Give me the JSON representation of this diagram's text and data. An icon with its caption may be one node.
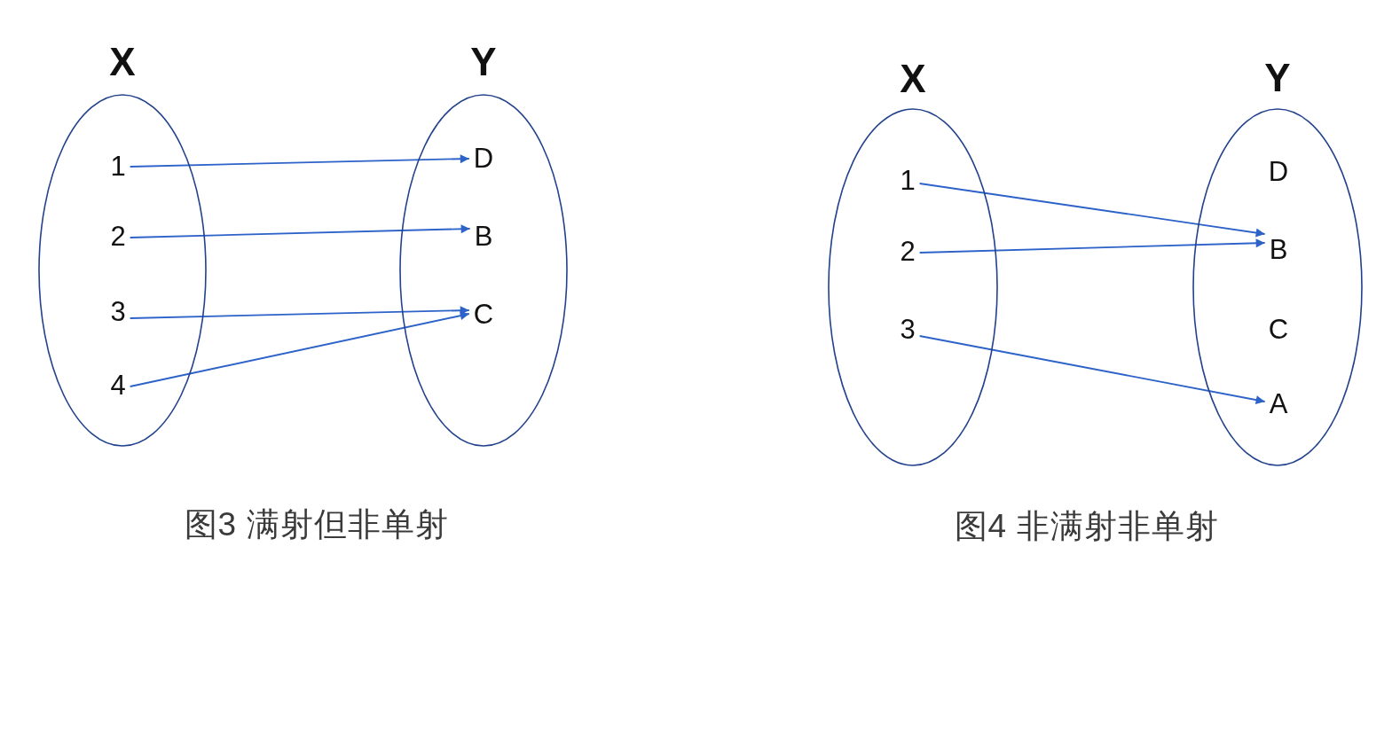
{
  "diagram": {
    "nodes": [
      {
        "text": [
          "X"
        ]
      },
      {
        "text": [
          "1"
        ],
        "in": 0
      },
      {
        "text": [
          "2"
        ],
        "in": 0
      },
      {
        "text": [
          "3"
        ],
        "in": 0
      },
      {
        "text": [
          "4"
        ],
        "in": 0
      },
      {
        "text": [
          "Y"
        ]
      },
      {
        "text": [
          "D"
        ],
        "in": 5
      },
      {
        "text": [
          "B"
        ],
        "in": 5
      },
      {
        "text": [
          "C"
        ],
        "in": 5
      },
      {
        "text": [
          "X"
        ]
      },
      {
        "text": [
          "1"
        ],
        "in": 9
      },
      {
        "text": [
          "2"
        ],
        "in": 9
      },
      {
        "text": [
          "3"
        ],
        "in": 9
      },
      {
        "text": [
          "Y"
        ]
      },
      {
        "text": [
          "D"
        ],
        "in": 13
      },
      {
        "text": [
          "B"
        ],
        "in": 13
      },
      {
        "text": [
          "C"
        ],
        "in": 13
      },
      {
        "text": [
          "A"
        ],
        "in": 13
      }
    ],
    "edges": [
      {
        "from": 1,
        "to": 6,
        "arrow": "to"
      },
      {
        "from": 2,
        "to": 7,
        "arrow": "to"
      },
      {
        "from": 3,
        "to": 8,
        "arrow": "to"
      },
      {
        "from": 4,
        "to": 8,
        "arrow": "to"
      },
      {
        "from": 10,
        "to": 15,
        "arrow": "to"
      },
      {
        "from": 11,
        "to": 15,
        "arrow": "to"
      },
      {
        "from": 12,
        "to": 17,
        "arrow": "to"
      }
    ],
    "labels": [
      "图3 满射但非单射",
      "图4 非满射非单射"
    ]
  }
}
